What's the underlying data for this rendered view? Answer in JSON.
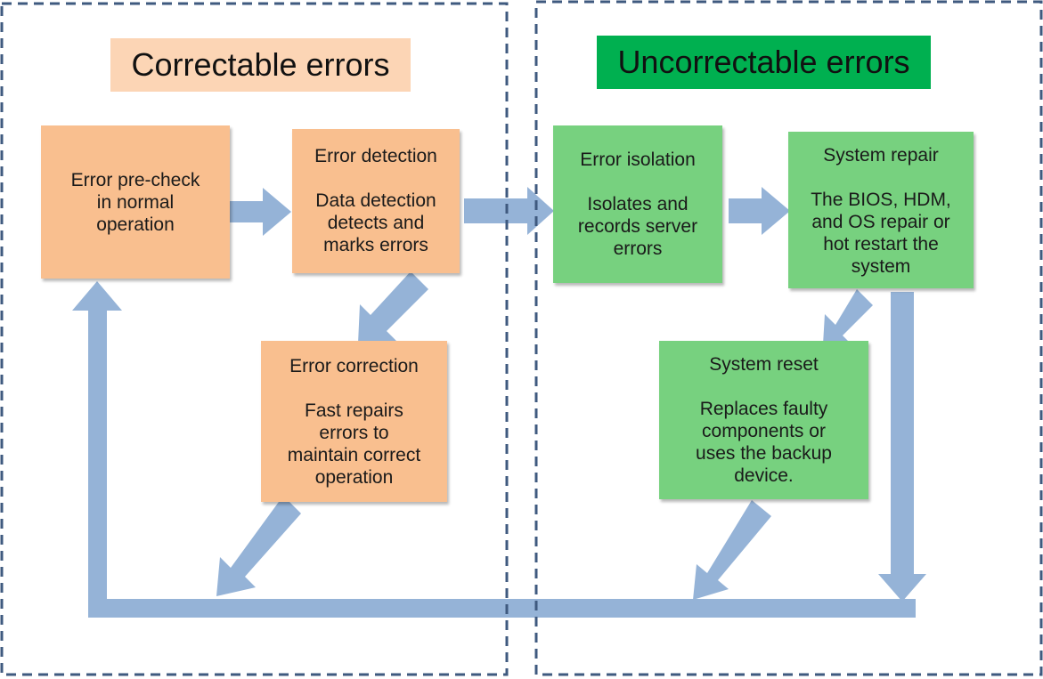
{
  "colors": {
    "arrow": "#95b3d7",
    "dashed_border": "#3f5a7f",
    "correctable_header_bg": "#fcd5b5",
    "uncorrectable_header_bg": "#00b050",
    "orange_box": "#f9bf8f",
    "green_box": "#77d17f"
  },
  "headers": {
    "correctable": "Correctable errors",
    "uncorrectable": "Uncorrectable errors"
  },
  "boxes": {
    "precheck": {
      "text": "Error pre-check\nin normal\noperation"
    },
    "detection": {
      "title": "Error detection",
      "body": "Data detection\ndetects and\nmarks errors"
    },
    "correction": {
      "title": "Error correction",
      "body": "Fast repairs\nerrors to\nmaintain correct\noperation"
    },
    "isolation": {
      "title": "Error isolation",
      "body": "Isolates and\nrecords server\nerrors"
    },
    "repair": {
      "title": "System repair",
      "body": "The BIOS, HDM,\nand OS repair or\nhot restart the\nsystem"
    },
    "reset": {
      "title": "System reset",
      "body": "Replaces faulty\ncomponents or\nuses the backup\ndevice."
    }
  }
}
